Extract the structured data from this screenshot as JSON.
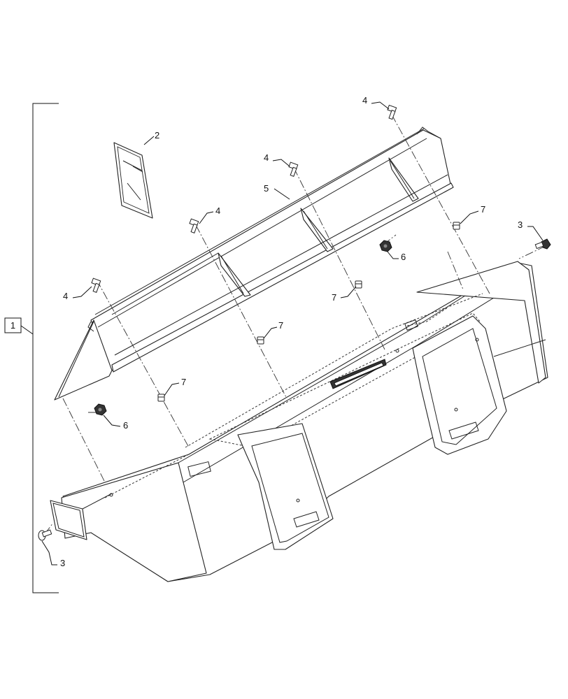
{
  "diagram": {
    "callouts": {
      "assembly": "1",
      "manual": "2",
      "bolt_right": "3",
      "bolt_left": "3",
      "screw_a": "4",
      "screw_b": "4",
      "screw_c": "4",
      "screw_d": "4",
      "edge": "5",
      "nut_right": "6",
      "nut_left": "6",
      "washer_a": "7",
      "washer_b": "7",
      "washer_c": "7",
      "washer_d": "7"
    }
  }
}
